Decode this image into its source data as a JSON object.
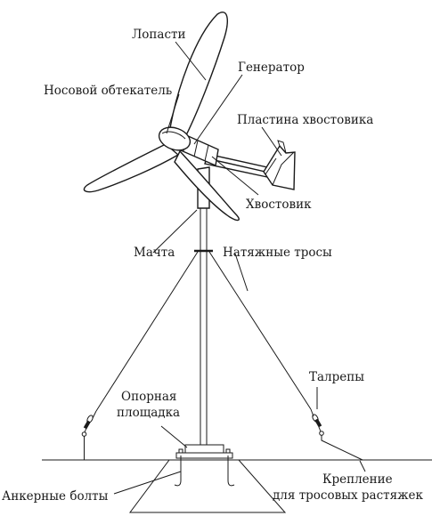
{
  "labels": {
    "blades": "Лопасти",
    "generator": "Генератор",
    "nose_cone": "Носовой обтекатель",
    "tail_plate": "Пластина хвостовика",
    "tail": "Хвостовик",
    "mast": "Мачта",
    "guy_wires": "Натяжные тросы",
    "turnbuckles": "Талрепы",
    "platform_line1": "Опорная",
    "platform_line2": "площадка",
    "anchor_bolts": "Анкерные болты",
    "anchor_line1": "Крепление",
    "anchor_line2": "для тросовых растяжек"
  }
}
